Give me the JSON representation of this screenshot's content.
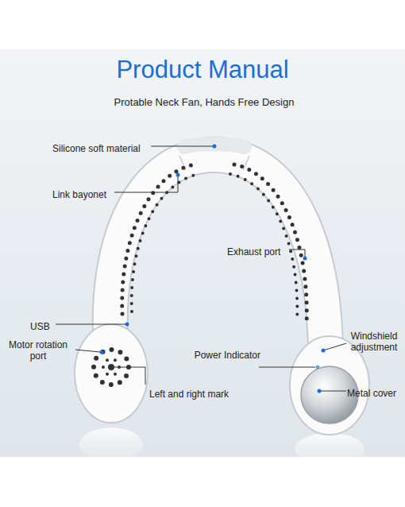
{
  "diagram": {
    "title": "Product Manual",
    "labels": [
      "Protable Neck Fan, Hands Free Design",
      "Silicone soft material",
      "Link bayonet",
      "Exhaust port",
      "USB",
      "Motor rotation port",
      "Power Indicator",
      "Windshield adjustment",
      "Left and right mark",
      "Metal cover"
    ]
  }
}
